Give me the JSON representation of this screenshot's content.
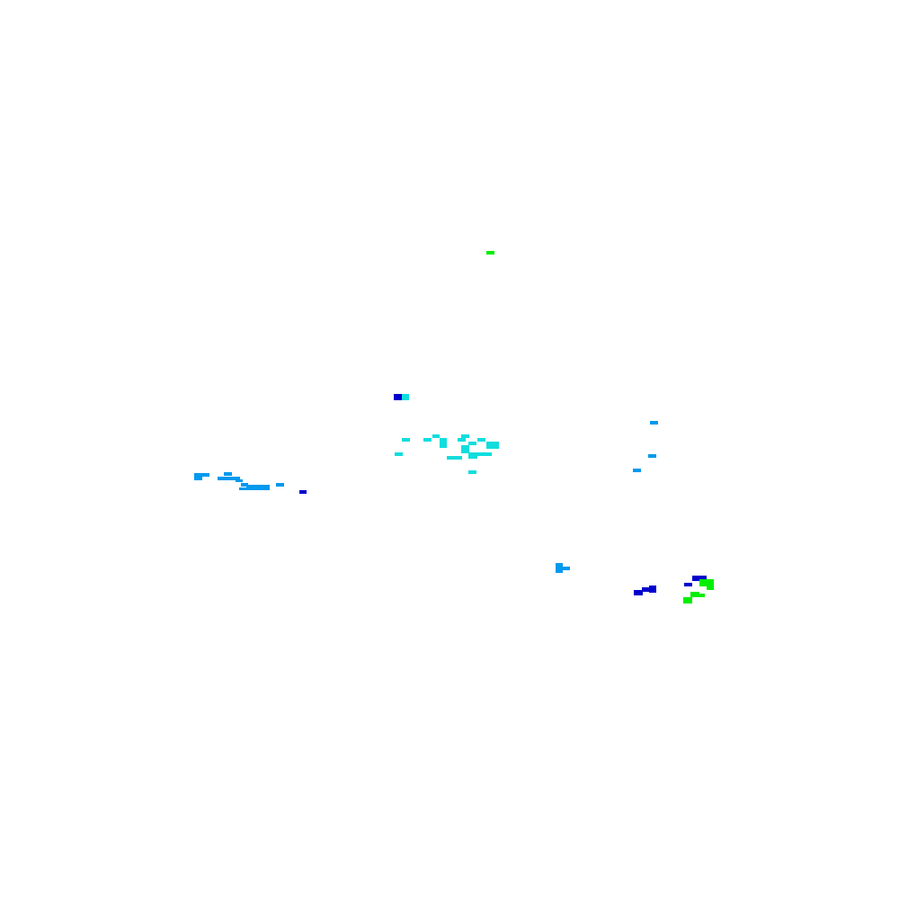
{
  "map": {
    "background": "#ffffff",
    "legend_colors": {
      "green": "#00ee00",
      "dark_blue": "#0000cc",
      "mid_blue": "#0099ee",
      "cyan": "#11dddd"
    },
    "regions": [
      {
        "name": "green-speck-north",
        "color": "green"
      },
      {
        "name": "dark-blue-speck-center",
        "color": "dark_blue"
      },
      {
        "name": "cyan-cluster-center",
        "color": "cyan"
      },
      {
        "name": "mid-blue-streak-west",
        "color": "mid_blue"
      },
      {
        "name": "dark-blue-speck-west",
        "color": "dark_blue"
      },
      {
        "name": "mid-blue-specks-east",
        "color": "mid_blue"
      },
      {
        "name": "mid-blue-speck-southeast",
        "color": "mid_blue"
      },
      {
        "name": "dark-blue-cluster-southeast",
        "color": "dark_blue"
      },
      {
        "name": "green-cluster-southeast",
        "color": "green"
      }
    ]
  }
}
